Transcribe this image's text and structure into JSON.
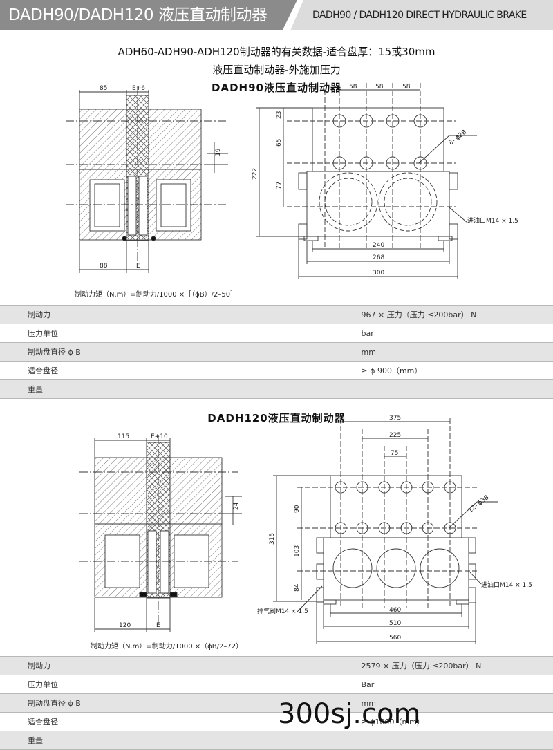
{
  "header": {
    "title_cn": "DADH90/DADH120 液压直动制动器",
    "title_en": "DADH90 / DADH120 DIRECT HYDRAULIC BRAKE"
  },
  "intro": {
    "line1": "ADH60-ADH90-ADH120制动器的有关数据-适合盘厚：15或30mm",
    "line2": "液压直动制动器-外施加压力"
  },
  "colors": {
    "header_dark": "#8b8b8b",
    "header_light": "#dcdcdc",
    "row_shade": "#e4e4e4",
    "hatch": "#555555"
  },
  "dadh90": {
    "title": "DADH90液压直动制动器",
    "side": {
      "dim_85": "85",
      "dim_e6": "E+6",
      "dim_19": "19",
      "dim_88": "88",
      "dim_e": "E"
    },
    "front": {
      "dim_58a": "58",
      "dim_58b": "58",
      "dim_58c": "58",
      "dim_23": "23",
      "dim_65": "65",
      "dim_77": "77",
      "dim_222": "222",
      "dim_240": "240",
      "dim_268": "268",
      "dim_300": "300",
      "holes": "8- ϕ28",
      "inlet": "进油口M14 × 1.5"
    },
    "formula": "制动力矩（N.m）=制动力/1000 ×［（ϕB）/2–50］",
    "specs": [
      {
        "label": "制动力",
        "value": "967 × 压力（压力 ≤200bar）  N"
      },
      {
        "label": "压力单位",
        "value": "bar"
      },
      {
        "label": "制动盘直径 ϕ B",
        "value": "mm"
      },
      {
        "label": "适合盘径",
        "value": "≥ ϕ 900（mm）"
      },
      {
        "label": "重量",
        "value": ""
      }
    ]
  },
  "dadh120": {
    "title": "DADH120液压直动制动器",
    "side": {
      "dim_115": "115",
      "dim_e10": "E+10",
      "dim_24": "24",
      "dim_120": "120",
      "dim_e": "E"
    },
    "front": {
      "dim_375": "375",
      "dim_225": "225",
      "dim_75": "75",
      "dim_90": "90",
      "dim_103": "103",
      "dim_84": "84",
      "dim_315": "315",
      "dim_460": "460",
      "dim_510": "510",
      "dim_560": "560",
      "holes": "12- ϕ38",
      "inlet": "进油口M14 × 1.5",
      "vent": "排气阀M14 × 1.5"
    },
    "formula": "制动力矩（N.m）=制动力/1000 ×（ϕB/2–72）",
    "specs": [
      {
        "label": "制动力",
        "value": "2579 × 压力（压力 ≤200bar）  N"
      },
      {
        "label": "压力单位",
        "value": "Bar"
      },
      {
        "label": "制动盘直径 ϕ B",
        "value": "mm"
      },
      {
        "label": "适合盘径",
        "value": "≥ ϕ1800（mm）"
      },
      {
        "label": "重量",
        "value": ""
      }
    ]
  },
  "watermark": "300sj.com"
}
